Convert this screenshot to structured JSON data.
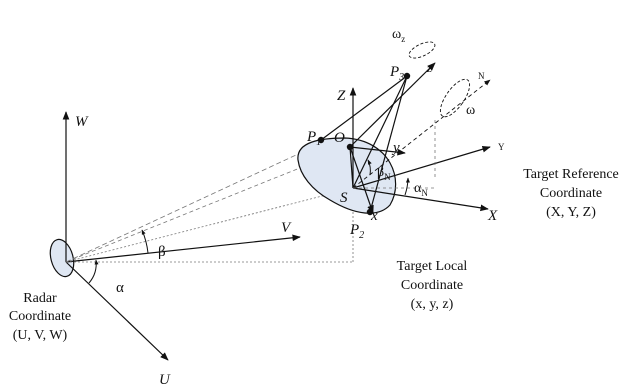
{
  "labels": {
    "W": "W",
    "V": "V",
    "U": "U",
    "alpha": "α",
    "beta": "β",
    "radar_caption": [
      "Radar",
      "Coordinate",
      "(U, V, W)"
    ],
    "Z": "Z",
    "Y_big": "Y",
    "X_big": "X",
    "O": "O",
    "S": "S",
    "y": "y",
    "x": "x",
    "z": "z",
    "P1": "P",
    "P1_sub": "1",
    "P2": "P",
    "P2_sub": "2",
    "P3": "P",
    "P3_sub": "3",
    "omega": "ω",
    "omega_z": "ω",
    "omega_z_sub": "z",
    "N": "N",
    "Y_small": "Y",
    "beta_N": "β",
    "beta_N_sub": "N",
    "alpha_N": "α",
    "alpha_N_sub": "N",
    "target_ref_caption": [
      "Target Reference",
      "Coordinate",
      "(X, Y, Z)"
    ],
    "target_local_caption": [
      "Target Local",
      "Coordinate",
      "(x, y, z)"
    ]
  },
  "colors": {
    "ink": "#111111",
    "fill": "#dfe7f3",
    "dashed": "#777777"
  }
}
